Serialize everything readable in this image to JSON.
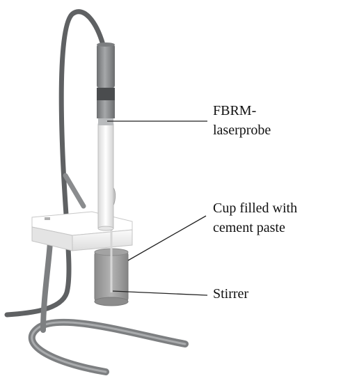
{
  "labels": {
    "probe": {
      "line1": "FBRM-",
      "line2": "laserprobe"
    },
    "cup": {
      "line1": "Cup filled with",
      "line2": "cement paste"
    },
    "stirrer": {
      "line1": "Stirrer"
    }
  },
  "colors": {
    "cable": "#5f6163",
    "stand_rod": "#7d7f81",
    "probe_body": "#8b8d8f",
    "probe_band": "#4a4c4e",
    "probe_white": "#f2f2f2",
    "bracket": "#f4f4f4",
    "cup": "#9c9c9c",
    "leader_line": "#222222"
  }
}
